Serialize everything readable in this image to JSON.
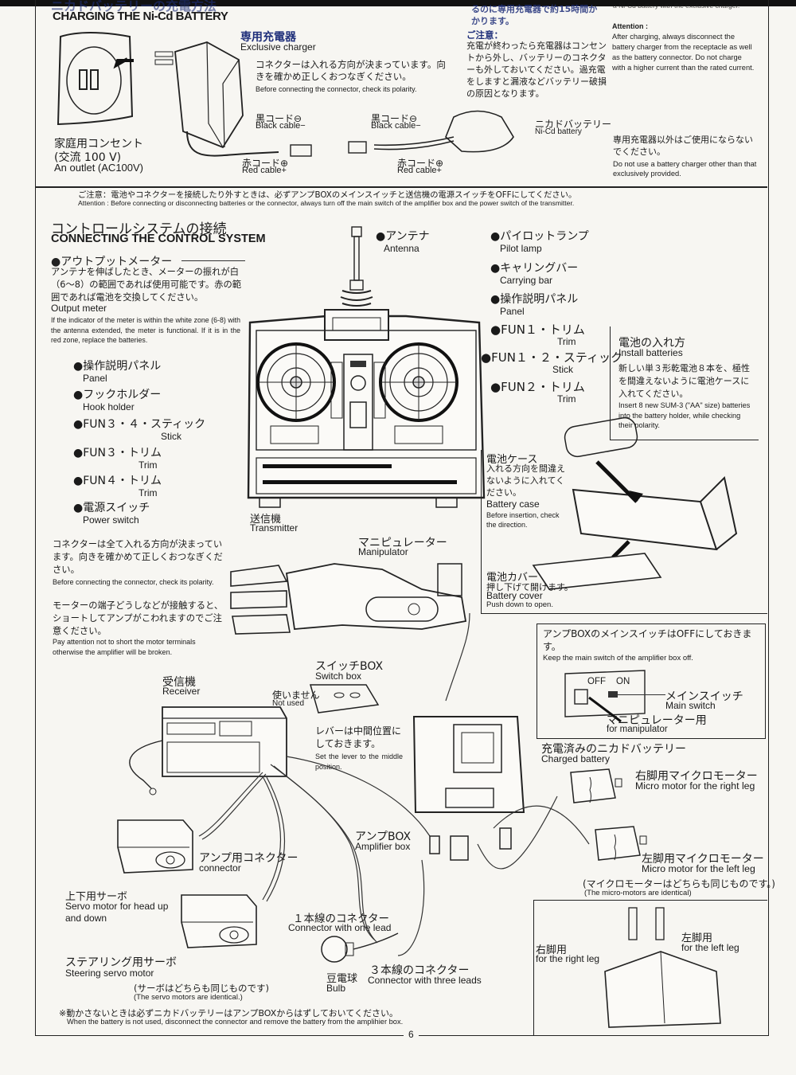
{
  "page": {
    "number": "6"
  },
  "charging": {
    "title_ja": "ニカドバッテリーの充電方法",
    "title_en": "CHARGING THE Ni-Cd BATTERY",
    "outlet_ja1": "家庭用コンセント",
    "outlet_ja2": "(交流 100 V)",
    "outlet_en": "An outlet (AC100V)",
    "charger_ja": "専用充電器",
    "charger_en": "Exclusive charger",
    "connector_note_ja": "コネクターは入れる方向が決まっています。向きを確かめ正しくおつなぎください。",
    "connector_note_en": "Before connecting the connector, check its polarity.",
    "black_cable_ja": "黒コード⊖",
    "black_cable_en": "Black cable−",
    "red_cable_ja": "赤コード⊕",
    "red_cable_en": "Red cable+",
    "black_cable2_ja": "黒コード⊖",
    "black_cable2_en": "Black cable−",
    "red_cable2_ja": "赤コード⊕",
    "red_cable2_en": "Red cable+",
    "battery_ja": "ニカドバッテリー",
    "battery_en": "Ni-Cd battery",
    "time_note_ja": "るのに専用充電器で約15時間かかります。",
    "time_note_en": "a Ni-Cd battery with the exclusive charger.",
    "caution_label_ja": "ご注意：",
    "caution_ja": "充電が終わったら充電器はコンセントから外し、バッテリーのコネクターも外しておいてください。過充電をしますと漏液などバッテリー破損の原因となります。",
    "caution_label_en": "Attention :",
    "caution_en": "After charging, always disconnect the battery charger from the receptacle as well as the battery connector. Do not charge with a higher current than the rated current.",
    "exclusive_note_ja": "専用充電器以外はご使用にならないでください。",
    "exclusive_note_en": "Do not use a battery charger other than that exclusively provided."
  },
  "attention": {
    "ja": "ご注意：電池やコネクターを接続したり外すときは、必ずアンプBOXのメインスイッチと送信機の電源スイッチをOFFにしてください。",
    "en": "Attention : Before connecting or disconnecting batteries or the connector, always turn off the main switch of the amplifier box and the power switch of the transmitter."
  },
  "control": {
    "title_ja": "コントロールシステムの接続",
    "title_en": "CONNECTING THE CONTROL SYSTEM",
    "output_meter": {
      "ja": "●アウトプットメーター",
      "desc_ja": "アンテナを伸ばしたとき、メーターの振れが白（6〜8）の範囲であれば使用可能です。赤の範囲であれば電池を交換してください。",
      "en": "Output meter",
      "desc_en": "If the indicator of the meter is within the white zone (6-8) with the antenna extended, the meter is functional. If it is in the red zone, replace the batteries."
    },
    "left_labels": [
      {
        "ja": "●操作説明パネル",
        "en": "Panel"
      },
      {
        "ja": "●フックホルダー",
        "en": "Hook holder"
      },
      {
        "ja": "●FUN３・４・スティック",
        "en": "Stick"
      },
      {
        "ja": "●FUN３・トリム",
        "en": "Trim"
      },
      {
        "ja": "●FUN４・トリム",
        "en": "Trim"
      },
      {
        "ja": "●電源スイッチ",
        "en": "Power switch"
      }
    ],
    "right_labels": [
      {
        "ja": "●アンテナ",
        "en": "Antenna"
      },
      {
        "ja": "●パイロットランプ",
        "en": "Pilot lamp"
      },
      {
        "ja": "●キャリングバー",
        "en": "Carrying bar"
      },
      {
        "ja": "●操作説明パネル",
        "en": "Panel"
      },
      {
        "ja": "●FUN１・トリム",
        "en": "Trim"
      },
      {
        "ja": "●FUN１・２・スティック",
        "en": "Stick"
      },
      {
        "ja": "●FUN２・トリム",
        "en": "Trim"
      }
    ],
    "transmitter_ja": "送信機",
    "transmitter_en": "Transmitter"
  },
  "batteries": {
    "install_title_ja": "電池の入れ方",
    "install_title_en": "Install batteries",
    "install_ja": "新しい単３形乾電池８本を、極性を間違えないように電池ケースに入れてください。",
    "install_en": "Insert 8 new SUM-3 (\"AA\" size) batteries into the battery holder, while checking their polarity.",
    "case_title_ja": "電池ケース",
    "case_ja": "入れる方向を間違えないように入れてください。",
    "case_en_title": "Battery case",
    "case_en": "Before insertion, check the direction.",
    "cover_title_ja": "電池カバー",
    "cover_ja": "押し下げて開けます。",
    "cover_en_title": "Battery cover",
    "cover_en": "Push down to open."
  },
  "manipulator": {
    "ja": "マニピュレーター",
    "en": "Manipulator",
    "note1_ja": "コネクターは全て入れる方向が決まっています。向きを確かめて正しくおつなぎください。",
    "note1_en": "Before connecting the connector, check its polarity.",
    "note2_ja": "モーターの端子どうしなどが接触すると、ショートしてアンプがこわれますのでご注意ください。",
    "note2_en": "Pay attention not to short the motor terminals otherwise the amplifier will be broken."
  },
  "mainswitch": {
    "ja": "アンプBOXのメインスイッチはOFFにしておきます。",
    "en": "Keep the main switch of the amplifier box off.",
    "off": "OFF",
    "on": "ON",
    "switch_ja": "メインスイッチ",
    "switch_en": "Main switch",
    "manip_ja": "マニピュレーター用",
    "manip_en": "for manipulator"
  },
  "wiring": {
    "switchbox_ja": "スイッチBOX",
    "switchbox_en": "Switch box",
    "receiver_ja": "受信機",
    "receiver_en": "Receiver",
    "notused_ja": "使いません",
    "notused_en": "Not used",
    "lever_ja": "レバーは中間位置にしておきます。",
    "lever_en": "Set the lever to the middle position.",
    "charged_ja": "充電済みのニカドバッテリー",
    "charged_en": "Charged battery",
    "right_motor_ja": "右脚用マイクロモーター",
    "right_motor_en": "Micro motor for the right leg",
    "left_motor_ja": "左脚用マイクロモーター",
    "left_motor_en": "Micro motor for the left leg",
    "motor_note_ja": "(マイクロモーターはどちらも同じものです。)",
    "motor_note_en": "(The micro-motors are identical)",
    "ampbox_ja": "アンプBOX",
    "ampbox_en": "Amplifier box",
    "ampconn_ja": "アンプ用コネクター",
    "ampconn_en": "connector",
    "headservo_ja": "上下用サーボ",
    "headservo_en": "Servo motor for head up and down",
    "oneled_ja": "１本線のコネクター",
    "oneled_en": "Connector with one lead",
    "steer_ja": "ステアリング用サーボ",
    "steer_en": "Steering servo motor",
    "servo_note_ja": "(サーボはどちらも同じものです)",
    "servo_note_en": "(The servo motors are identical.)",
    "bulb_ja": "豆電球",
    "bulb_en": "Bulb",
    "threeled_ja": "３本線のコネクター",
    "threeled_en": "Connector with three leads",
    "rightleg_ja": "右脚用",
    "rightleg_en": "for the right leg",
    "leftleg_ja": "左脚用",
    "leftleg_en": "for the left leg"
  },
  "footer": {
    "ja": "※動かさないときは必ずニカドバッテリーはアンプBOXからはずしておいてください。",
    "en": "When the battery is not used, disconnect the connector and remove the battery from the amplihier box."
  }
}
